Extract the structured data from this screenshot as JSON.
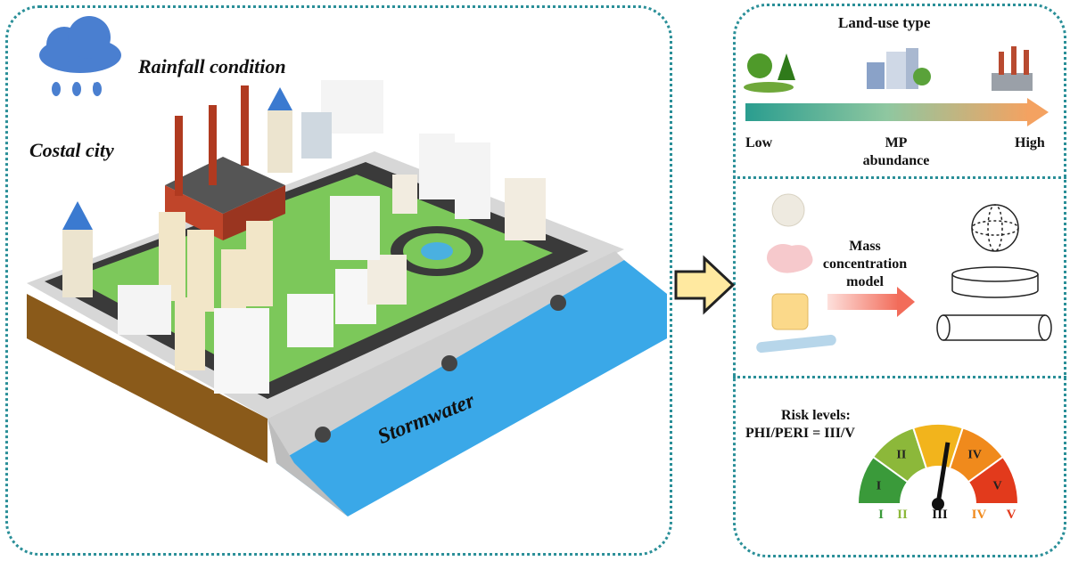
{
  "left": {
    "rain_label": "Rainfall condition",
    "city_label": "Costal city",
    "water_label": "Stormwater"
  },
  "landuse": {
    "title": "Land-use type",
    "low": "Low",
    "high": "High",
    "metric_line1": "MP",
    "metric_line2": "abundance"
  },
  "model": {
    "line1": "Mass",
    "line2": "concentration",
    "line3": "model"
  },
  "risk": {
    "title_line1": "Risk levels:",
    "title_line2": "PHI/PERI = III/V",
    "levels": [
      "I",
      "II",
      "III",
      "IV",
      "V"
    ],
    "level_colors": [
      "#3a9a3a",
      "#8cb83a",
      "#f2b41c",
      "#f08a1c",
      "#e23a1c"
    ],
    "current_level": "III"
  },
  "colors": {
    "border": "#2a8f98",
    "water": "#3aa8e8",
    "gradient_start": "#2a9d8f",
    "gradient_end": "#f4a261"
  }
}
